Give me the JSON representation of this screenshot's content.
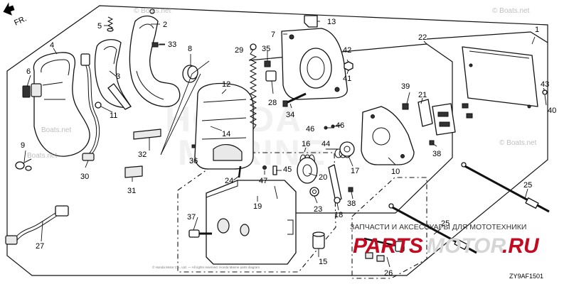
{
  "diagram": {
    "direction_label": "FR.",
    "figure_code": "ZY9AF1501",
    "callouts": [
      "1",
      "2",
      "3",
      "4",
      "5",
      "6",
      "7",
      "8",
      "9",
      "10",
      "11",
      "12",
      "13",
      "14",
      "15",
      "16",
      "17",
      "18",
      "19",
      "20",
      "21",
      "22",
      "23",
      "24",
      "25",
      "25",
      "26",
      "27",
      "28",
      "29",
      "30",
      "31",
      "32",
      "33",
      "34",
      "35",
      "36",
      "37",
      "38",
      "38",
      "39",
      "40",
      "41",
      "42",
      "43",
      "44",
      "45",
      "46",
      "46",
      "47"
    ],
    "watermarks": {
      "boats_net": "© Boats.net",
      "boats_net_tail": "Boats.net",
      "shop_text": "ЗАПЧАСТИ И АКСЕССУАРЫ ДЛЯ МОТОТЕХНИКИ",
      "brand_part1": "PARTS",
      "brand_part2": "MOTOR",
      "brand_part3": ".RU",
      "copyright_small": "© Honda Motor Co., Ltd. — All rights reserved. Honda Marine parts diagram"
    }
  }
}
